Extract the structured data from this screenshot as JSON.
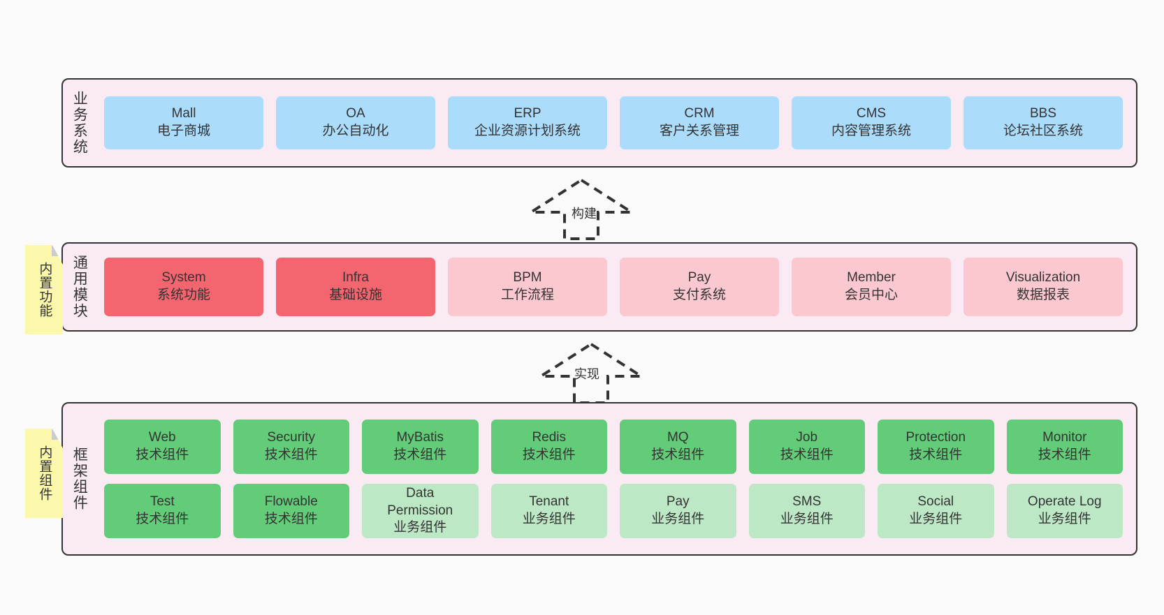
{
  "layers": [
    {
      "id": "business",
      "title": "业务系统",
      "cards": [
        {
          "en": "Mall",
          "cn": "电子商城"
        },
        {
          "en": "OA",
          "cn": "办公自动化"
        },
        {
          "en": "ERP",
          "cn": "企业资源计划系统"
        },
        {
          "en": "CRM",
          "cn": "客户关系管理"
        },
        {
          "en": "CMS",
          "cn": "内容管理系统"
        },
        {
          "en": "BBS",
          "cn": "论坛社区系统"
        }
      ]
    },
    {
      "id": "modules",
      "title": "通用模块",
      "cards": [
        {
          "en": "System",
          "cn": "系统功能",
          "emphasis": "strong"
        },
        {
          "en": "Infra",
          "cn": "基础设施",
          "emphasis": "strong"
        },
        {
          "en": "BPM",
          "cn": "工作流程",
          "emphasis": "soft"
        },
        {
          "en": "Pay",
          "cn": "支付系统",
          "emphasis": "soft"
        },
        {
          "en": "Member",
          "cn": "会员中心",
          "emphasis": "soft"
        },
        {
          "en": "Visualization",
          "cn": "数据报表",
          "emphasis": "soft"
        }
      ]
    },
    {
      "id": "framework",
      "title": "框架组件",
      "row1": [
        {
          "en": "Web",
          "cn": "技术组件"
        },
        {
          "en": "Security",
          "cn": "技术组件"
        },
        {
          "en": "MyBatis",
          "cn": "技术组件"
        },
        {
          "en": "Redis",
          "cn": "技术组件"
        },
        {
          "en": "MQ",
          "cn": "技术组件"
        },
        {
          "en": "Job",
          "cn": "技术组件"
        },
        {
          "en": "Protection",
          "cn": "技术组件"
        },
        {
          "en": "Monitor",
          "cn": "技术组件"
        }
      ],
      "row2": [
        {
          "en": "Test",
          "cn": "技术组件",
          "kind": "tech"
        },
        {
          "en": "Flowable",
          "cn": "技术组件",
          "kind": "tech"
        },
        {
          "en": "Data",
          "en2": "Permission",
          "cn": "业务组件",
          "kind": "biz"
        },
        {
          "en": "Tenant",
          "cn": "业务组件",
          "kind": "biz"
        },
        {
          "en": "Pay",
          "cn": "业务组件",
          "kind": "biz"
        },
        {
          "en": "SMS",
          "cn": "业务组件",
          "kind": "biz"
        },
        {
          "en": "Social",
          "cn": "业务组件",
          "kind": "biz"
        },
        {
          "en": "Operate Log",
          "cn": "业务组件",
          "kind": "biz"
        }
      ]
    }
  ],
  "notes": [
    {
      "id": "builtin-func",
      "text": "内置功能"
    },
    {
      "id": "builtin-comp",
      "text": "内置组件"
    }
  ],
  "arrows": [
    {
      "id": "build",
      "label": "构建"
    },
    {
      "id": "impl",
      "label": "实现"
    }
  ],
  "colors": {
    "background": "#fafafa",
    "panel_fill": "#f9eaf4",
    "panel_border": "#333333",
    "business_card": "#abdcfb",
    "module_strong": "#f4666f",
    "module_soft": "#fbc8d0",
    "framework_tech": "#63cc78",
    "framework_biz": "#bde8c6",
    "note_fill": "#fcf8ab",
    "note_fold": "#cccccc",
    "text": "#333333"
  }
}
